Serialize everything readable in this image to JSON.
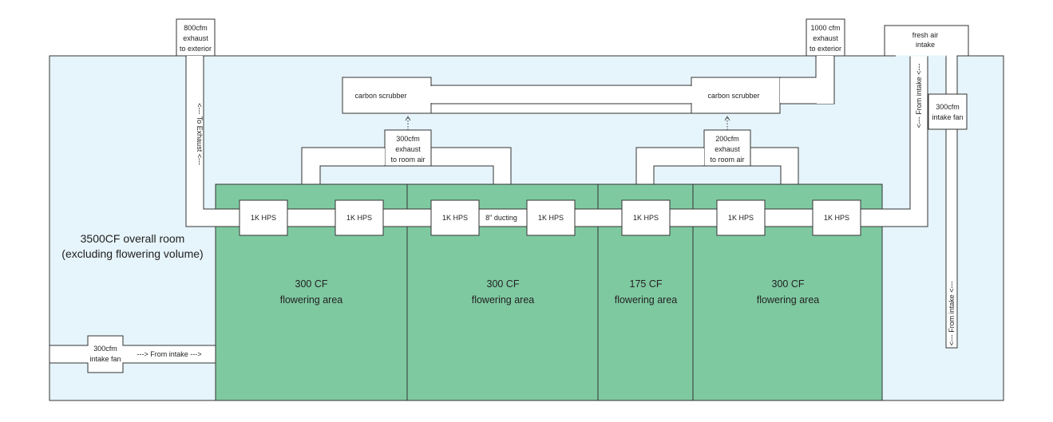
{
  "colors": {
    "room": "#e6f4fb",
    "flowering": "#7fc9a1",
    "duct": "#ffffff",
    "outline": "#333333"
  },
  "room": {
    "label_line1": "3500CF overall room",
    "label_line2": "(excluding flowering volume)"
  },
  "exhaust_800": [
    "800cfm",
    "exhaust",
    "to exterior"
  ],
  "exhaust_1000": [
    "1000 cfm",
    "exhaust",
    "to exterior"
  ],
  "fresh_air": [
    "fresh air",
    "intake"
  ],
  "scrubber_left": "carbon scrubber",
  "scrubber_right": "carbon scrubber",
  "room_exhaust_300": [
    "300cfm",
    "exhaust",
    "to room air"
  ],
  "room_exhaust_200": [
    "200cfm",
    "exhaust",
    "to room air"
  ],
  "intake_fan_right": [
    "300cfm",
    "intake fan"
  ],
  "intake_fan_left": [
    "300cfm",
    "intake fan"
  ],
  "arrow_labels": {
    "to_exhaust": "<--- To Exhaust <---",
    "from_intake_top": "<--- From intake <---",
    "from_intake_bottom": "<--- From intake <---",
    "from_intake_left": "---> From intake --->"
  },
  "ducting_label": "8\" ducting",
  "lights": [
    "1K HPS",
    "1K HPS",
    "1K HPS",
    "1K HPS",
    "1K HPS",
    "1K HPS",
    "1K HPS"
  ],
  "areas": [
    {
      "line1": "300 CF",
      "line2": "flowering area"
    },
    {
      "line1": "300 CF",
      "line2": "flowering area"
    },
    {
      "line1": "175 CF",
      "line2": "flowering area"
    },
    {
      "line1": "300 CF",
      "line2": "flowering area"
    }
  ]
}
